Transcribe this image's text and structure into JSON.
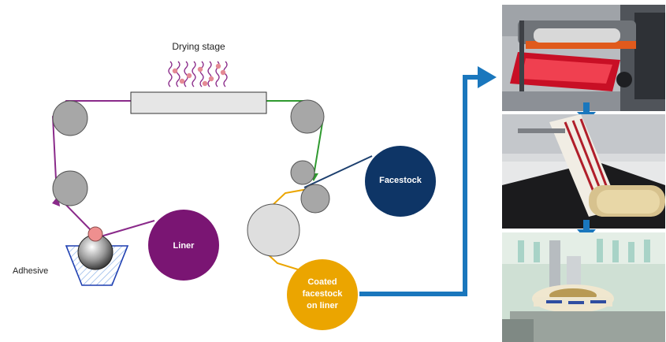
{
  "labels": {
    "drying_stage": "Drying stage",
    "adhesive": "Adhesive",
    "liner": "Liner",
    "facestock": "Facestock",
    "coated_line1": "Coated",
    "coated_line2": "facestock",
    "coated_line3": "on liner"
  },
  "colors": {
    "liner_purple": "#7a1573",
    "facestock_navy": "#0e3566",
    "coated_gold": "#eba500",
    "arrow_blue": "#1a77bd",
    "roller_gray": "#a7a7a7",
    "adhesive_blue": "#1f3fb1",
    "web_purple": "#8a2a8a",
    "web_green": "#2f9a2f",
    "web_gold": "#eba500",
    "web_navy": "#1c3f6e"
  },
  "photos": [
    {
      "subject": "flexographic coating unit with red ink tray"
    },
    {
      "subject": "label web passing through die-cutter"
    },
    {
      "subject": "label roll on bottling line"
    }
  ],
  "icons": [
    "flow-arrow-icon",
    "down-arrow-icon"
  ]
}
